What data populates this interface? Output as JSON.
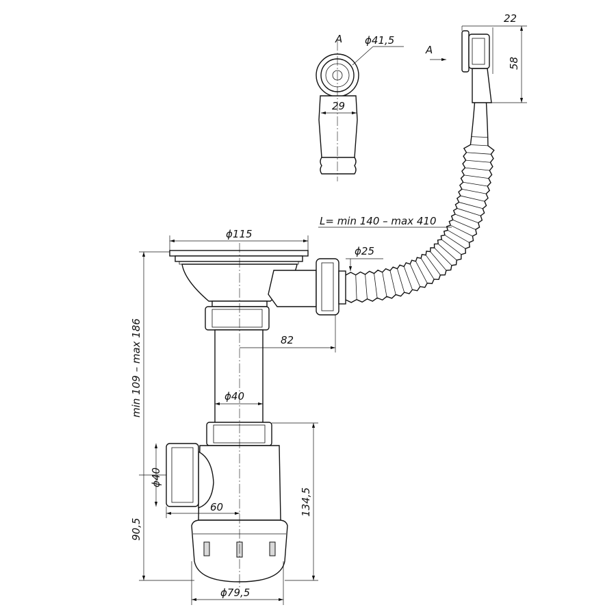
{
  "title": "Sink strainer with overflow and bottle trap – technical drawing",
  "labels": {
    "view_a": "A",
    "view_a_arrow": "A",
    "dia_overflow": "ϕ41,5",
    "width_overflow": "29",
    "overflow_depth": "22",
    "overflow_height": "58",
    "hose_length": "L= min 140 – max 410",
    "dia_strainer": "ϕ115",
    "dia_hose": "ϕ25",
    "offset_outlet": "82",
    "height_range": "min 109 – max 186",
    "dia_pipe": "ϕ40",
    "dia_side_outlet": "ϕ40",
    "outlet_offset": "60",
    "trap_height": "134,5",
    "outlet_height": "90,5",
    "dia_trap": "ϕ79,5"
  }
}
